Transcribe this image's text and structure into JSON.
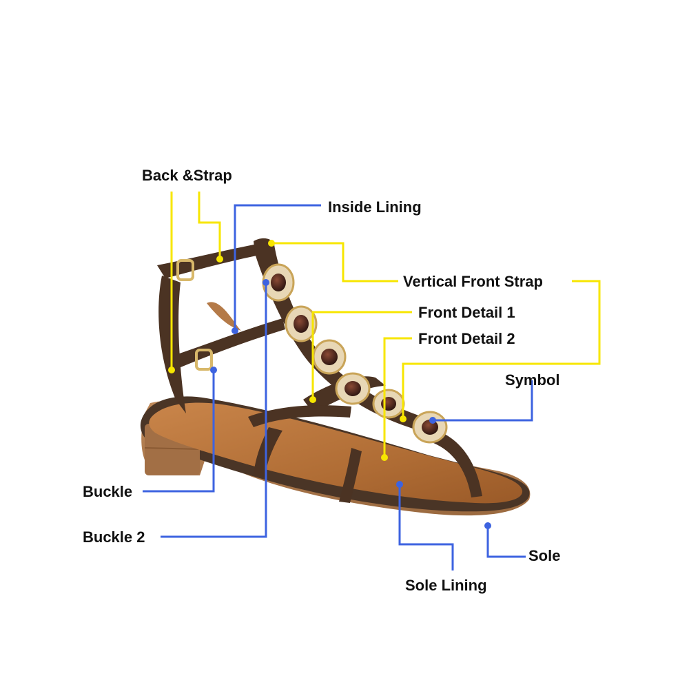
{
  "colors": {
    "yellow_line": "#f7e600",
    "blue_line": "#3d63e0",
    "label_text": "#111111",
    "background": "#ffffff"
  },
  "labels": {
    "back_strap": "Back &Strap",
    "inside_lining": "Inside Lining",
    "vertical_front_strap": "Vertical Front Strap",
    "front_detail_1": "Front Detail 1",
    "front_detail_2": "Front Detail 2",
    "symbol": "Symbol",
    "buckle": "Buckle",
    "buckle_2": "Buckle 2",
    "sole": "Sole",
    "sole_lining": "Sole Lining"
  }
}
